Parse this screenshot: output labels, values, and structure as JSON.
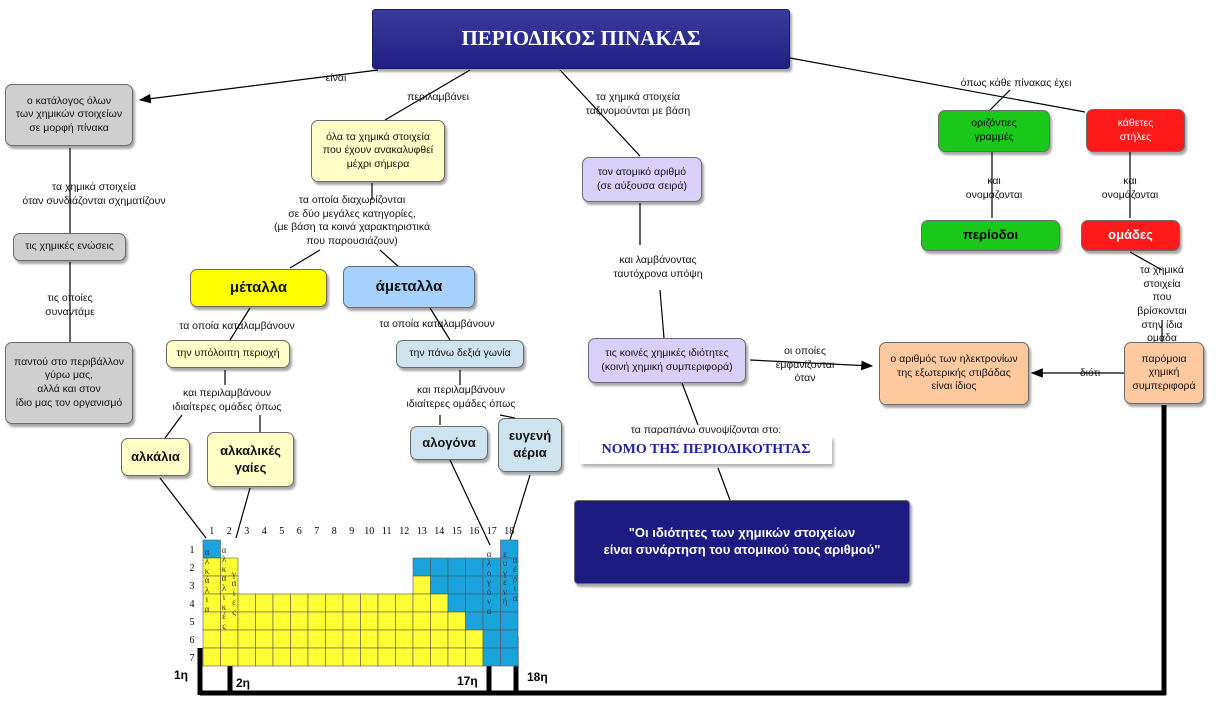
{
  "title": "ΠΕΡΙΟΔΙΚΟΣ ΠΙΝΑΚΑΣ",
  "boxes": {
    "catalog": "ο κατάλογος όλων\nτων χημικών στοιχείων\nσε μορφή πίνακα",
    "compounds": "τις χημικές ενώσεις",
    "everywhere": "παντού στο περιβάλλον\nγύρω μας,\nαλλά και στον\nίδιο μας τον οργανισμό",
    "all_elements": "όλα τα χημικά στοιχεία\nπου έχουν ανακαλυφθεί\nμέχρι σήμερα",
    "metals": "μέταλλα",
    "nonmetals": "άμεταλλα",
    "rest": "την υπόλοιπη περιοχή",
    "upper_right": "την πάνω δεξιά γωνία",
    "alkali": "αλκάλια",
    "alkaline_earth": "αλκαλικές\nγαίες",
    "halogens": "αλογόνα",
    "noble_gases": "ευγενή\nαέρια",
    "atomic_number": "τον ατομικό αριθμό\n(σε αύξουσα σειρά)",
    "common_props": "τις κοινές χημικές ιδιότητες\n(κοινή χημική συμπεριφορά)",
    "rows": "οριζόντιες\nγραμμές",
    "columns": "κάθετες\nστήλες",
    "periods": "περίοδοι",
    "groups": "ομάδες",
    "electrons": "ο αριθμός των ηλεκτρονίων\nτης εξωτερικής στιβάδας\nείναι ίδιος",
    "similar": "παρόμοια\nχημική\nσυμπεριφορά",
    "law": "ΝΟΜΟ ΤΗΣ ΠΕΡΙΟΔΙΚΟΤΗΤΑΣ",
    "quote": "\"Οι ιδιότητες των χημικών στοιχείων\nείναι συνάρτηση του ατομικού τους αριθμού\""
  },
  "labels": {
    "is": "είναι",
    "includes": "περιλαμβάνει",
    "sorted": "τα χημικά στοιχεία\nταξινομούνται με βάση",
    "like_every_table": "όπως κάθε πίνακας έχει",
    "combine": "τα χημικά στοιχεία\nόταν συνδιάζονται σχηματίζουν",
    "which_we_find": "τις οποίες\nσυναντάμε",
    "divided": "τα οποία διαχωρίζονται\nσε δύο μεγάλες κατηγορίες,\n(με βάση τα κοινά χαρακτηριστικά\nπου παρουσιάζουν)",
    "occupy1": "τα οποία καταλαμβάνουν",
    "occupy2": "τα οποία καταλαμβάνουν",
    "include_groups1": "και περιλαμβάνουν\nιδιαίτερες ομάδες όπως",
    "include_groups2": "και περιλαμβάνουν\nιδιαίτερες ομάδες όπως",
    "taking_into_account": "και λαμβάνοντας\nταυτόχρονα υπόψη",
    "which_appear": "οι οποίες\nεμφανίζονται\nόταν",
    "summarized": "τα παραπάνω συνοψίζονται στο:",
    "and_named1": "και\nονομάζονται",
    "and_named2": "και\nονομάζονται",
    "in_same_group": "τα χημικά στοιχεία\nπου βρίσκονται\nστην ίδια ομάδα\nεμφανίζουν",
    "because": "διότι"
  },
  "table": {
    "group_numbers": [
      "1",
      "2",
      "3",
      "4",
      "5",
      "6",
      "7",
      "8",
      "9",
      "10",
      "11",
      "12",
      "13",
      "14",
      "15",
      "16",
      "17",
      "18"
    ],
    "period_numbers": [
      "1",
      "2",
      "3",
      "4",
      "5",
      "6",
      "7"
    ],
    "vert_alkali": "αλκάλια",
    "vert_alkaline": "αλκαλικές",
    "vert_alkaline2": "γαίες",
    "vert_halogens": "αλογόνα",
    "vert_noble": "ευγενή",
    "vert_noble2": "αέρια"
  },
  "group_markers": {
    "g1": "1η",
    "g2": "2η",
    "g17": "17η",
    "g18": "18η"
  },
  "colors": {
    "metal": "#ffff33",
    "nonmetal": "#1aa3dc",
    "title": "#2a2a8e",
    "green": "#19c819",
    "red": "#ff1a1a",
    "orange": "#ffc9a0"
  }
}
